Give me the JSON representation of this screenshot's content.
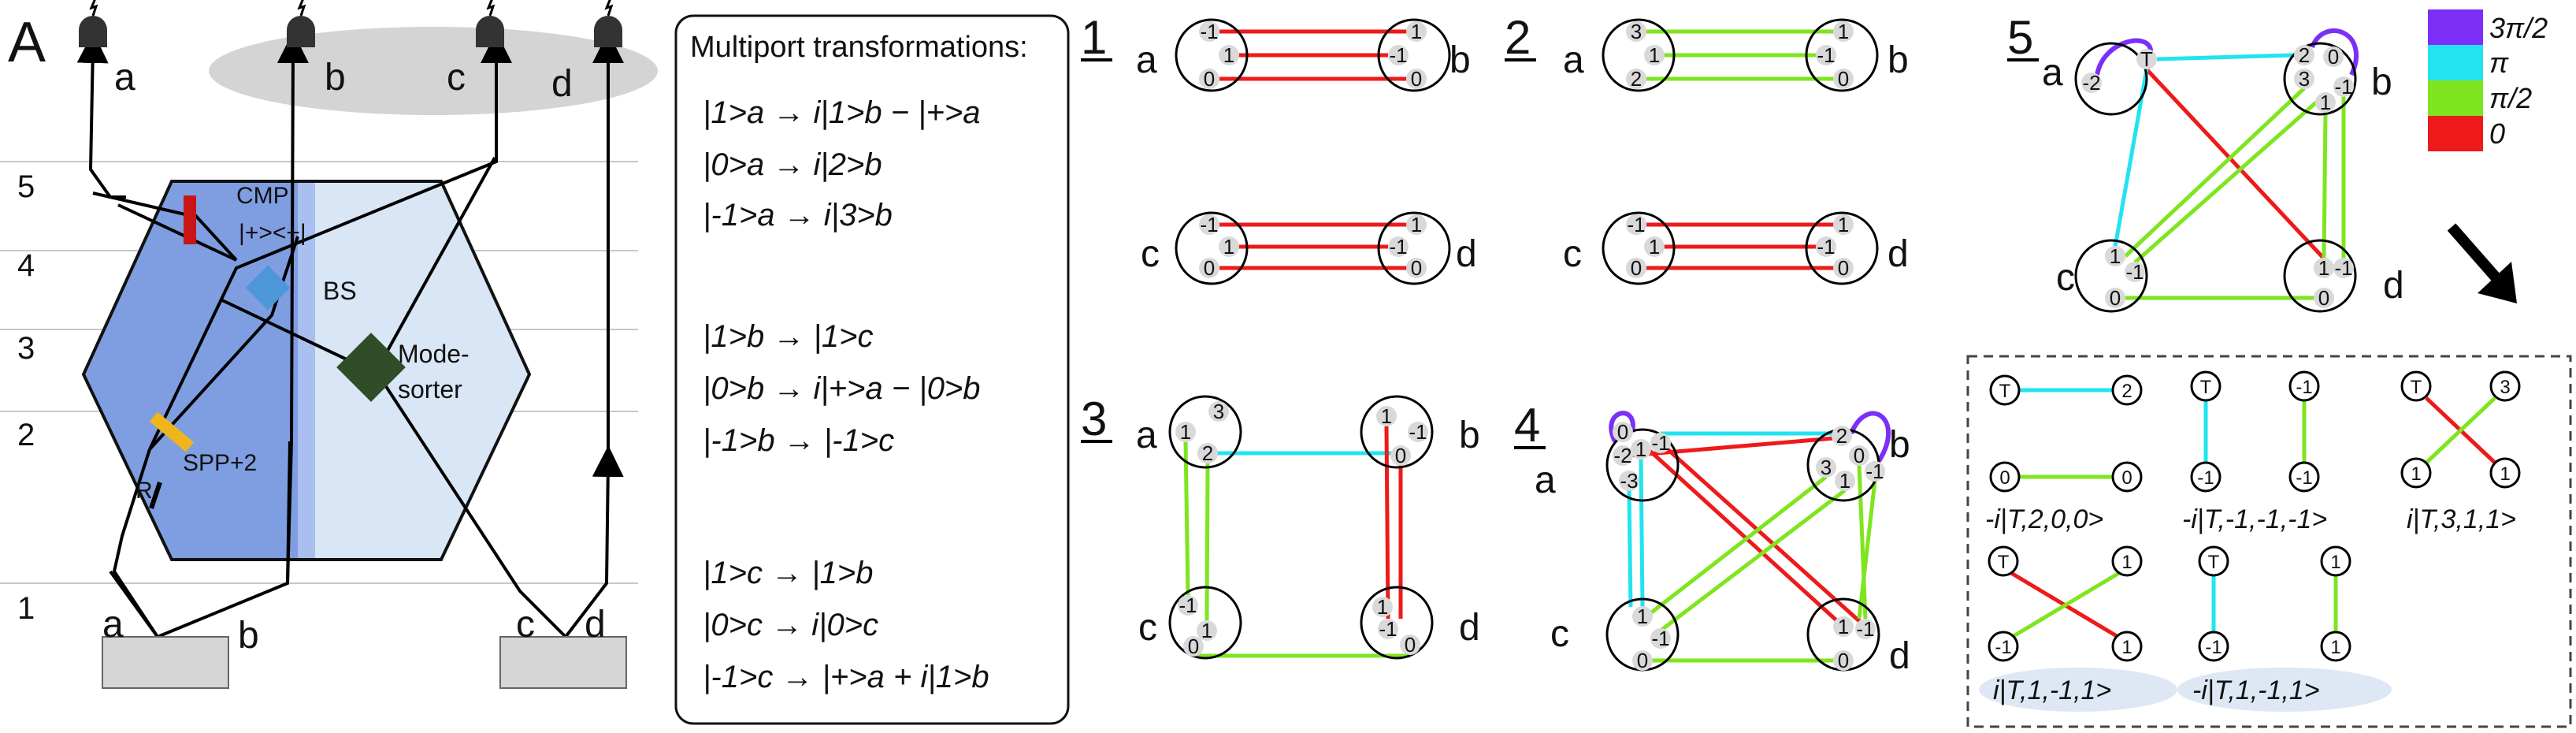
{
  "panel_label": "A",
  "setup": {
    "detectors": [
      "a",
      "b",
      "c",
      "d"
    ],
    "level_labels": [
      "5",
      "4",
      "3",
      "2",
      "1"
    ],
    "source_labels": [
      "a",
      "b",
      "c",
      "d"
    ],
    "elements": {
      "cmp": "CMP",
      "cmp_op": "|+><+|",
      "bs": "BS",
      "mode_sorter_1": "Mode-",
      "mode_sorter_2": "sorter",
      "spp": "SPP+2",
      "r": "R"
    }
  },
  "multiport": {
    "title": "Multiport transformations:",
    "lines": [
      "|1>a → i|1>b − |+>a",
      "|0>a → i|2>b",
      "|-1>a → i|3>b",
      "|1>b → |1>c",
      "|0>b → i|+>a − |0>b",
      "|-1>b → |-1>c",
      "|1>c → |1>b",
      "|0>c → i|0>c",
      "|-1>c → |+>a + i|1>b"
    ]
  },
  "panels": {
    "p1": {
      "num": "1",
      "modes": [
        "a",
        "b",
        "c",
        "d"
      ]
    },
    "p2": {
      "num": "2",
      "modes": [
        "a",
        "b",
        "c",
        "d"
      ]
    },
    "p3": {
      "num": "3",
      "modes": [
        "a",
        "b",
        "c",
        "d"
      ]
    },
    "p4": {
      "num": "4",
      "modes": [
        "a",
        "b",
        "c",
        "d"
      ]
    },
    "p5": {
      "num": "5",
      "modes": [
        "a",
        "b",
        "c",
        "d"
      ]
    }
  },
  "legend": [
    {
      "label": "3π/2",
      "color": "#7b2ff7"
    },
    {
      "label": "π",
      "color": "#22e3f0"
    },
    {
      "label": "π/2",
      "color": "#7fe51f"
    },
    {
      "label": "0",
      "color": "#ee1a1a"
    }
  ],
  "states": [
    {
      "label": "-i|T,2,0,0>"
    },
    {
      "label": "-i|T,-1,-1,-1>"
    },
    {
      "label": "i|T,3,1,1>"
    },
    {
      "label": "i|T,1,-1,1>"
    },
    {
      "label": "-i|T,1,-1,1>"
    }
  ]
}
